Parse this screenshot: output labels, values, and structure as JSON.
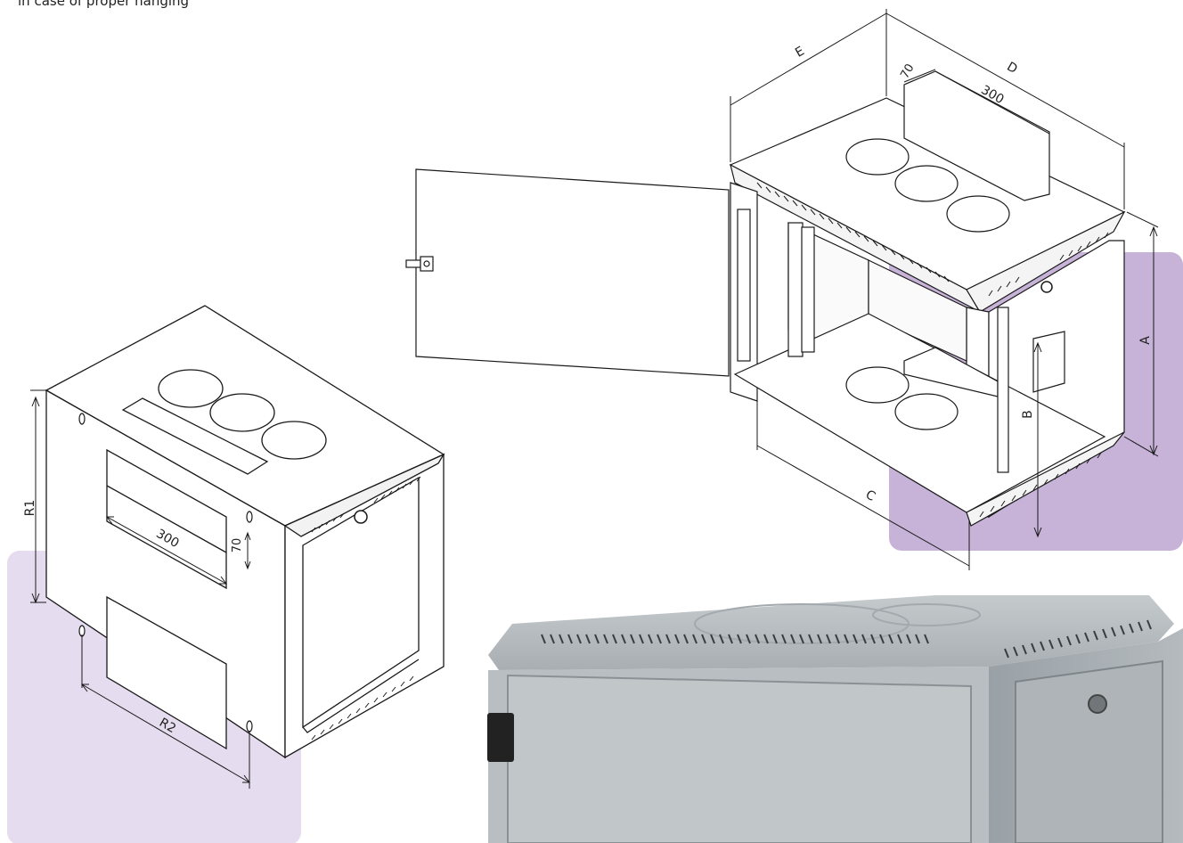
{
  "caption": "in case of proper hanging",
  "dimensions": {
    "left_view": {
      "r1": "R1",
      "r2": "R2",
      "width_300": "300",
      "height_70": "70"
    },
    "right_view": {
      "a": "A",
      "b": "B",
      "c": "C",
      "d": "D",
      "e": "E",
      "width_300": "300",
      "offset_70": "70"
    }
  },
  "colors": {
    "highlight": "#c7b3d8",
    "highlight_light": "#e6dcef",
    "steel": "#b9bfc3",
    "steel_dark": "#8f969b",
    "line": "#1a1a1a"
  }
}
